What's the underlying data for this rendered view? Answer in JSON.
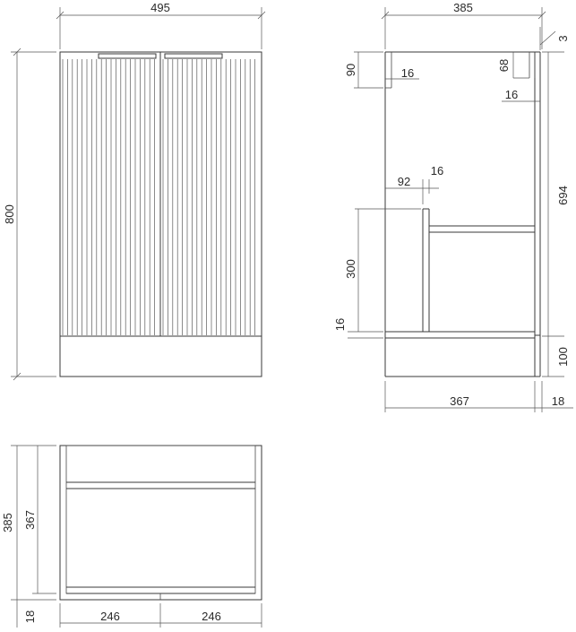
{
  "drawing": {
    "front_view": {
      "width_label": "495",
      "height_label": "800",
      "door_count": 2
    },
    "side_view": {
      "depth_label": "385",
      "top_gap_label": "3",
      "top_rail_height_label": "90",
      "panel_thickness_label": "16",
      "inner_top_label": "68",
      "back_thickness_label": "16",
      "shelf_set_label": "92",
      "shelf_thickness_label": "16",
      "upper_height_label": "694",
      "shelf_height_label": "300",
      "base_thickness_label": "16",
      "plinth_label": "100",
      "inner_depth_label": "367",
      "back_depth_label": "18"
    },
    "top_view": {
      "depth_label": "385",
      "inner_depth_label": "367",
      "front_label": "18",
      "left_width_label": "246",
      "right_width_label": "246"
    }
  }
}
